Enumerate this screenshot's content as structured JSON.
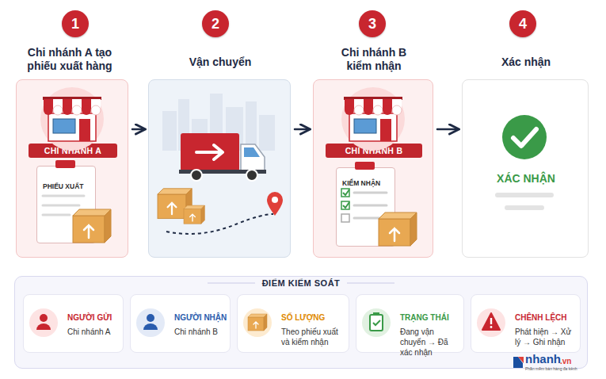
{
  "diagram": {
    "nodes": [
      {
        "text": [
          "1"
        ]
      },
      {
        "text": [
          "Chi nhánh A tạo phiếu xuất hàng"
        ]
      },
      {
        "text": [
          "CHI NHÁNH A"
        ],
        "in": 1
      },
      {
        "text": [
          "PHIẾU XUẤT"
        ],
        "in": 1
      },
      {
        "text": [
          "2"
        ]
      },
      {
        "text": [
          "Vận chuyển"
        ]
      },
      {
        "text": [
          "3"
        ]
      },
      {
        "text": [
          "Chi nhánh B kiểm nhận"
        ]
      },
      {
        "text": [
          "CHI NHÁNH B"
        ],
        "in": 7
      },
      {
        "text": [
          "KIỂM NHẬN"
        ],
        "in": 7
      },
      {
        "text": [
          "4"
        ]
      },
      {
        "text": [
          "Xác nhận",
          "XÁC NHẬN"
        ]
      },
      {
        "text": [
          "ĐIỂM KIỂM SOÁT"
        ]
      },
      {
        "text": [
          "NGƯỜI GỬI",
          "Chi nhánh A"
        ],
        "in": 12
      },
      {
        "text": [
          "NGƯỜI NHẬN",
          "Chi nhánh B"
        ],
        "in": 12
      },
      {
        "text": [
          "SỐ LƯỢNG",
          "Theo phiếu xuất và kiểm nhận"
        ],
        "in": 12
      },
      {
        "text": [
          "TRẠNG THÁI",
          "Đang vận chuyển → Đã xác nhận"
        ],
        "in": 12
      },
      {
        "text": [
          "CHÊNH LỆCH",
          "Phát hiện → Xử lý → Ghi nhận"
        ],
        "in": 12
      }
    ],
    "edges": [
      {
        "from": 1,
        "to": 5,
        "arrow": "to"
      },
      {
        "from": 5,
        "to": 7,
        "arrow": "to"
      },
      {
        "from": 7,
        "to": 11,
        "arrow": "to"
      }
    ],
    "labels": [
      "nhanh",
      ".vn",
      "Phần mềm bán hàng đa kênh"
    ]
  }
}
